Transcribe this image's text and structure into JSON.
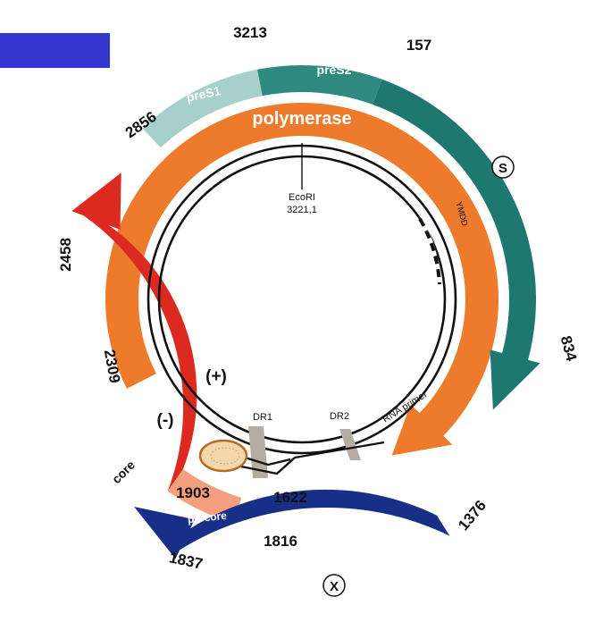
{
  "colors": {
    "polymerase": "#ee7a2c",
    "preS1": "#a7cfcb",
    "preS2": "#2e8a80",
    "s_gene": "#1f7870",
    "core": "#dc2a20",
    "precore": "#f4a07e",
    "x_gene": "#182f88",
    "corner_block": "#3535cf",
    "dr_box": "#b7aca2",
    "primer_blob": "#f3d8ad"
  },
  "positions": {
    "p3213": "3213",
    "p157": "157",
    "p2856": "2856",
    "p834": "834",
    "p2458": "2458",
    "p2309": "2309",
    "p1903": "1903",
    "p1816": "1816",
    "p1622": "1622",
    "p1376": "1376",
    "p1837": "1837"
  },
  "segments": {
    "preS1": "preS1",
    "preS2": "preS2",
    "polymerase": "polymerase",
    "s": "S",
    "core": "core",
    "precore": "precore",
    "x": "X"
  },
  "features": {
    "ecori_name": "EcoRI",
    "ecori_pos": "3221,1",
    "ymdd": "YMDD",
    "dr1": "DR1",
    "dr2": "DR2",
    "rna_primer": "RNA primer",
    "plus_strand": "(+)",
    "minus_strand": "(-)"
  }
}
